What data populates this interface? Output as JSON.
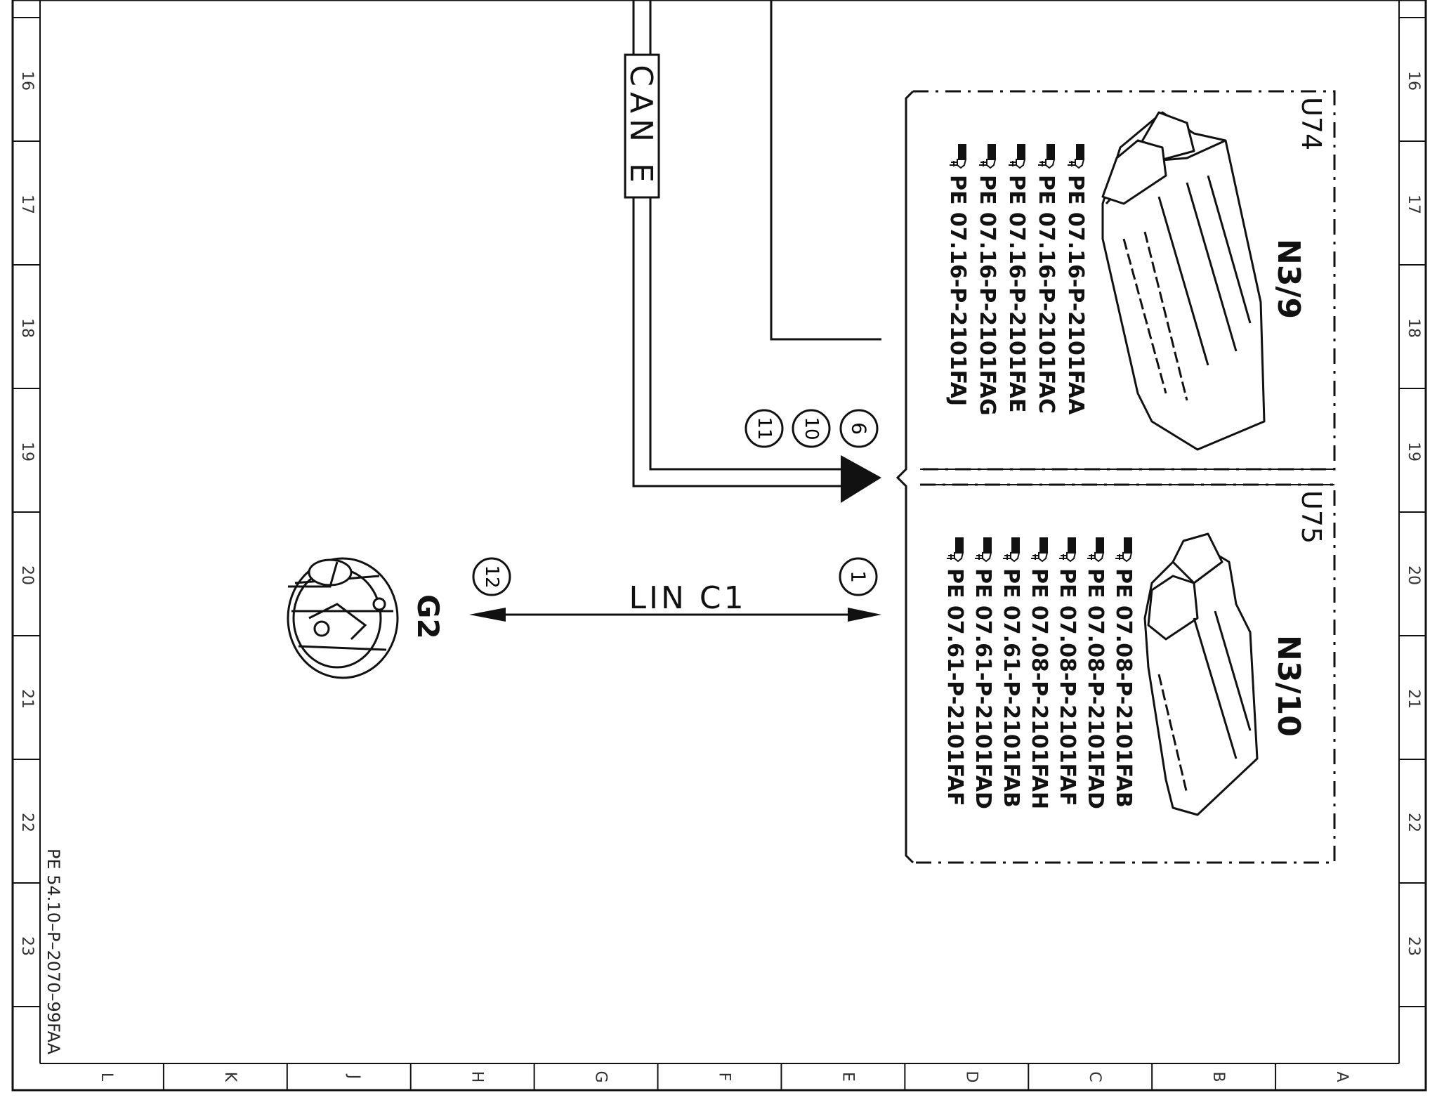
{
  "frame": {
    "row_labels": [
      "16",
      "17",
      "18",
      "19",
      "20",
      "21",
      "22",
      "23"
    ],
    "column_labels": [
      "L",
      "K",
      "J",
      "H",
      "G",
      "F",
      "E",
      "D",
      "C",
      "B",
      "A"
    ]
  },
  "document_id": "PE 54.10–P–2070–99FAA",
  "bus_labels": {
    "can": "CAN E",
    "lin": "LIN C1"
  },
  "markers": [
    "6",
    "10",
    "11",
    "1",
    "12"
  ],
  "units": [
    {
      "location": "U74",
      "component": "N3/9",
      "references": [
        "PE 07.16-P-2101FAA",
        "PE 07.16-P-2101FAC",
        "PE 07.16-P-2101FAE",
        "PE 07.16-P-2101FAG",
        "PE 07.16-P-2101FAJ"
      ]
    },
    {
      "location": "U75",
      "component": "N3/10",
      "references": [
        "PE 07.08-P-2101FAB",
        "PE 07.08-P-2101FAD",
        "PE 07.08-P-2101FAF",
        "PE 07.08-P-2101FAH",
        "PE 07.61-P-2101FAB",
        "PE 07.61-P-2101FAD",
        "PE 07.61-P-2101FAF"
      ]
    }
  ],
  "alternator": {
    "label": "G2"
  },
  "icons": [
    "hand-pointer-icon",
    "control-unit-icon",
    "alternator-icon"
  ]
}
